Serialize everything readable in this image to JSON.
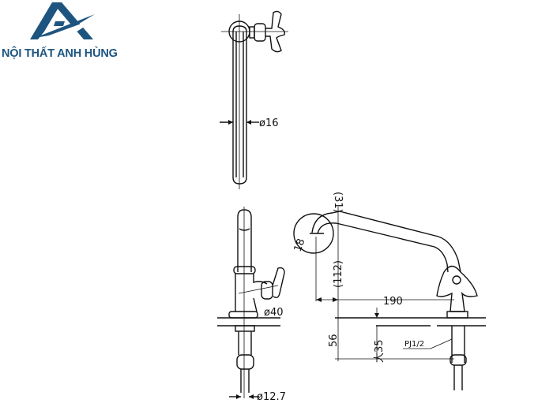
{
  "brand": {
    "name": "NỘI THẤT ANH HÙNG",
    "color": "#1d5580"
  },
  "dimensions": {
    "pipe_diameter": "ø16",
    "base_diameter": "ø40",
    "stem_diameter": "ø12.7",
    "spout_height_top": "(31)",
    "spout_radius": "18",
    "spout_height": "(112)",
    "spout_reach": "190",
    "mount_height": "56",
    "max_thickness": "大35",
    "thread": "PJ1/2"
  }
}
